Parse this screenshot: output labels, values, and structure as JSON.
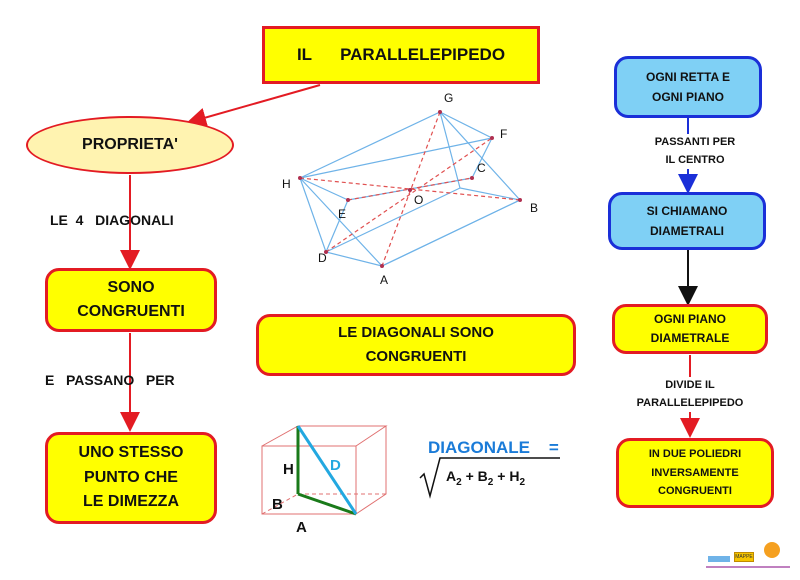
{
  "title": "IL      PARALLELEPIPEDO",
  "left": {
    "proprieta": "PROPRIETA'",
    "link1": "LE  4   DIAGONALI",
    "box1": "SONO\nCONGRUENTI",
    "link2": "E   PASSANO   PER",
    "box2": "UNO  STESSO\nPUNTO  CHE\nLE DIMEZZA"
  },
  "center": {
    "statement": "LE    DIAGONALI    SONO\nCONGRUENTI",
    "points": {
      "G": "G",
      "F": "F",
      "H": "H",
      "C": "C",
      "O": "O",
      "E": "E",
      "B": "B",
      "D": "D",
      "A": "A"
    },
    "cube_labels": {
      "H": "H",
      "D": "D",
      "B": "B",
      "A": "A"
    },
    "formula_label": "DIAGONALE    =",
    "formula_terms": [
      "A",
      "2",
      "+",
      "B",
      "2",
      "+",
      "H",
      "2"
    ]
  },
  "right": {
    "box1": "OGNI   RETTA  E\nOGNI   PIANO",
    "link1": "PASSANTI    PER\nIL   CENTRO",
    "box2": "SI   CHIAMANO\nDIAMETRALI",
    "box3": "OGNI   PIANO\nDIAMETRALE",
    "link2": "DIVIDE  IL\nPARALLELEPIPEDO",
    "box4": "IN  DUE   POLIEDRI\nINVERSAMENTE\nCONGRUENTI"
  },
  "colors": {
    "red": "#e31b23",
    "yellow": "#ffff00",
    "blue": "#1a2fd8",
    "lightblue": "#7fd0f5",
    "formula": "#1a7bd8"
  },
  "logo_text": "MAPPE"
}
